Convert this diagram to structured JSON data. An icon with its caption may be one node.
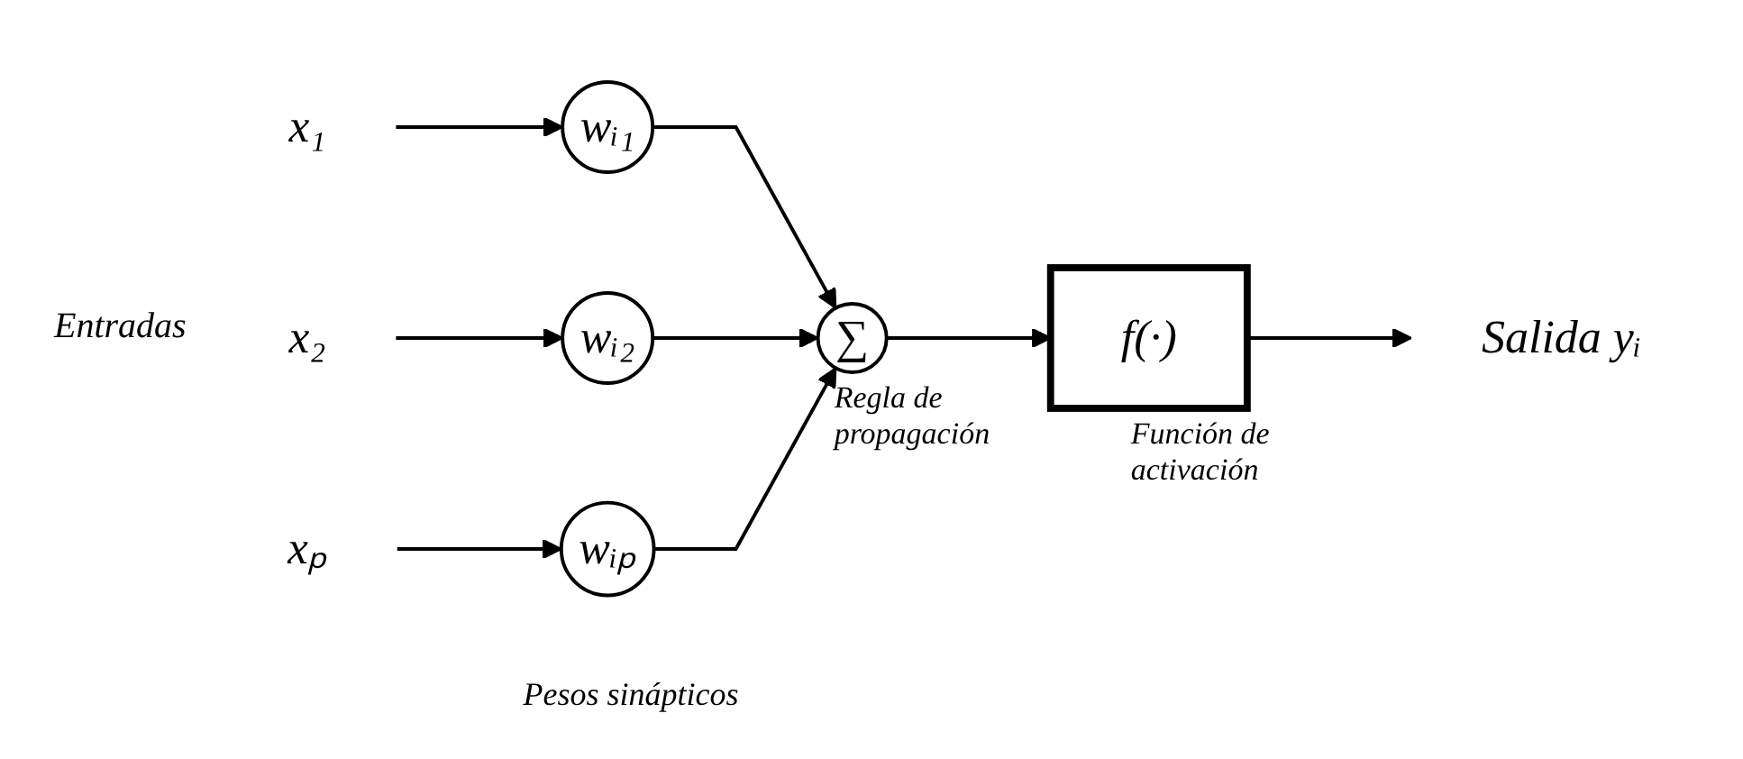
{
  "diagram": {
    "nodes": [
      {
        "text": [
          "x₁"
        ]
      },
      {
        "text": [
          "wᵢ₁"
        ]
      },
      {
        "text": [
          "x₂"
        ]
      },
      {
        "text": [
          "wᵢ₂"
        ]
      },
      {
        "text": [
          "xₚ"
        ]
      },
      {
        "text": [
          "wᵢₚ"
        ]
      },
      {
        "text": [
          "∑"
        ],
        "beside": [
          "Regla de propagación"
        ]
      },
      {
        "text": [
          "f(·)"
        ],
        "beside": [
          "Función de activación"
        ]
      },
      {
        "text": [
          "Salida yᵢ"
        ]
      }
    ],
    "edges": [
      {
        "from": 0,
        "to": 1,
        "arrow": "to"
      },
      {
        "from": 1,
        "to": 6,
        "arrow": "to"
      },
      {
        "from": 2,
        "to": 3,
        "arrow": "to"
      },
      {
        "from": 3,
        "to": 6,
        "arrow": "to"
      },
      {
        "from": 4,
        "to": 5,
        "arrow": "to"
      },
      {
        "from": 5,
        "to": 6,
        "arrow": "to"
      },
      {
        "from": 6,
        "to": 7,
        "arrow": "to"
      },
      {
        "from": 7,
        "to": 8,
        "arrow": "to"
      }
    ],
    "labels": [
      "Entradas",
      "Pesos sinápticos"
    ]
  }
}
